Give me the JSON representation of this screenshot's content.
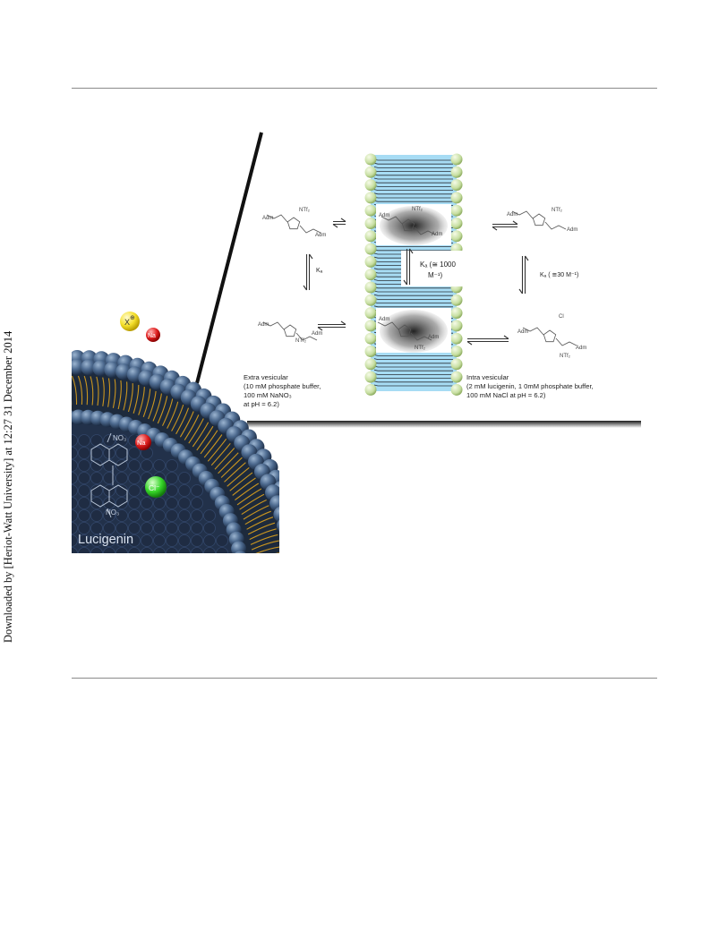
{
  "side_note": "Downloaded by [Heriot-Watt University] at 12:27 31 December 2014",
  "figure": {
    "ions": {
      "x_plus": "X",
      "x_charge": "⊕",
      "na_top": "Na",
      "na_inner": "Na",
      "cl": "Cl⁻"
    },
    "lucigenin_label": "Lucigenin",
    "lucigenin_no3": [
      "NO₃",
      "NO₃"
    ],
    "molecules": {
      "adm": "Adm",
      "ntf2": "NTf₂",
      "cl": "Cl"
    },
    "constants": {
      "ka_left": "Kₐ",
      "ka_center_line1": "Kₐ (≅ 1000",
      "ka_center_line2": "M⁻¹)",
      "ka_right": "Kₐ ( ≅30 M⁻¹)"
    },
    "extra_vesicular": [
      "Extra vesicular",
      "(10 mM phosphate buffer,",
      "100 mM NaNO₃",
      "at pH = 6.2)"
    ],
    "intra_vesicular": [
      "Intra vesicular",
      "(2 mM lucigenin, 1 0mM phosphate buffer,",
      "100 mM NaCl at pH = 6.2)"
    ]
  }
}
